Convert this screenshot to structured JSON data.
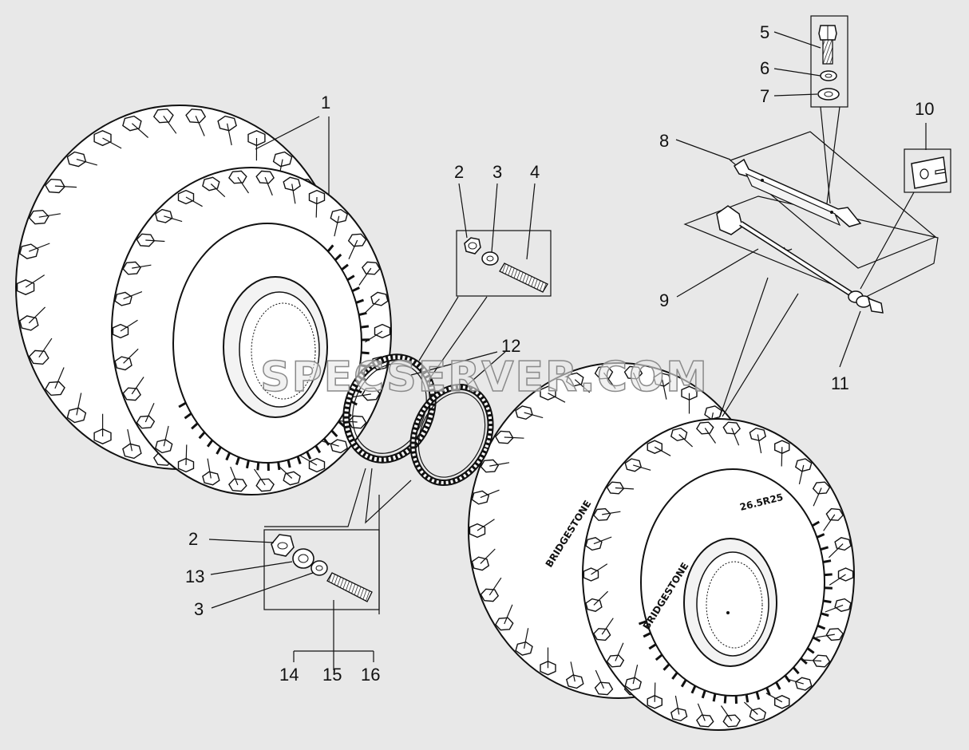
{
  "watermark": "SPECSERVER.COM",
  "tire_brand": "BRIDGESTONE",
  "tire_size": "26.5R25",
  "callouts": [
    {
      "id": "c1",
      "text": "1"
    },
    {
      "id": "c2a",
      "text": "2"
    },
    {
      "id": "c3a",
      "text": "3"
    },
    {
      "id": "c4",
      "text": "4"
    },
    {
      "id": "c5",
      "text": "5"
    },
    {
      "id": "c6",
      "text": "6"
    },
    {
      "id": "c7",
      "text": "7"
    },
    {
      "id": "c8",
      "text": "8"
    },
    {
      "id": "c9",
      "text": "9"
    },
    {
      "id": "c10",
      "text": "10"
    },
    {
      "id": "c11",
      "text": "11"
    },
    {
      "id": "c12",
      "text": "12"
    },
    {
      "id": "c2b",
      "text": "2"
    },
    {
      "id": "c13",
      "text": "13"
    },
    {
      "id": "c3b",
      "text": "3"
    },
    {
      "id": "c14",
      "text": "14"
    },
    {
      "id": "c15",
      "text": "15"
    },
    {
      "id": "c16",
      "text": "16"
    }
  ],
  "colors": {
    "background": "#e8e8e8",
    "ink": "#111111",
    "watermark_fill": "#e8e8e8",
    "watermark_stroke": "#8a8a8a"
  }
}
